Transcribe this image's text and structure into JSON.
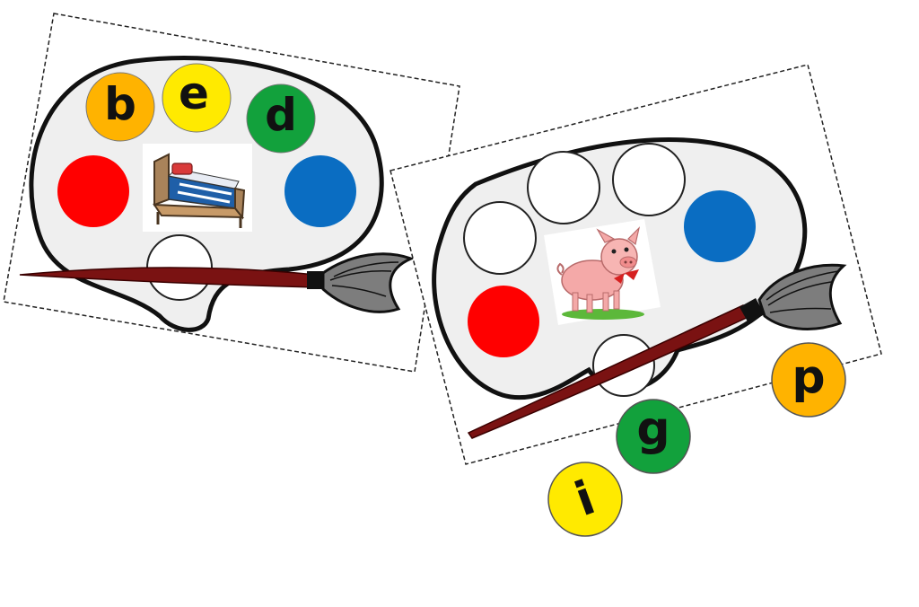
{
  "colors": {
    "red": "#ff0000",
    "blue": "#0a6dc2",
    "green": "#12a13c",
    "yellow": "#ffea00",
    "orange": "#ffb300",
    "palette": "#efefef",
    "outline": "#111111",
    "brush_handle": "#7a1212",
    "brush_tip": "#7d7d7d"
  },
  "card_left": {
    "word_letters": [
      "b",
      "e",
      "d"
    ],
    "picture_icon": "bed-icon"
  },
  "card_right": {
    "picture_icon": "pig-icon"
  },
  "loose_letters": [
    "p",
    "g",
    "i"
  ]
}
